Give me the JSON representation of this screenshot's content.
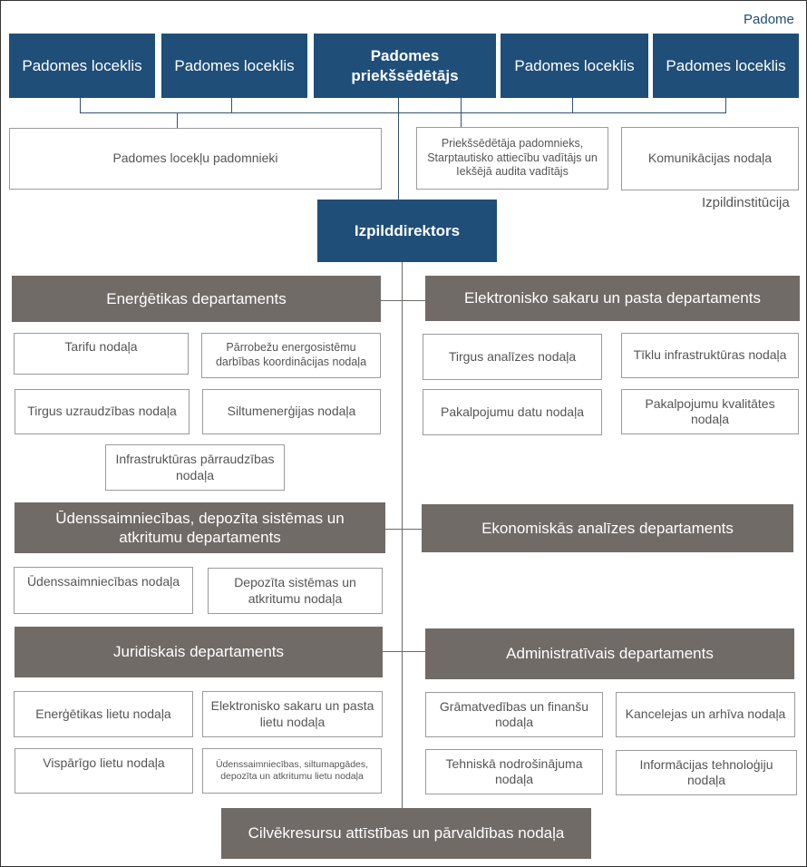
{
  "labels": {
    "council": "Padome",
    "executive": "Izpildinstitūcija"
  },
  "council": {
    "members": [
      "Padomes loceklis",
      "Padomes loceklis",
      "Padomes loceklis",
      "Padomes loceklis"
    ],
    "chair": "Padomes priekšsēdētājs",
    "advisors": "Padomes locekļu padomnieki",
    "chair_advisor": "Priekšsēdētāja padomnieks, Starptautisko attiecību vadītājs un Iekšējā audita vadītājs",
    "communications": "Komunikācijas nodaļa"
  },
  "director": "Izpilddirektors",
  "energy": {
    "title": "Enerģētikas departaments",
    "units": [
      "Tarifu nodaļa",
      "Pārrobežu energosistēmu darbības koordinācijas nodaļa",
      "Tirgus uzraudzības nodaļa",
      "Siltumenerģijas nodaļa",
      "Infrastruktūras pārraudzības nodaļa"
    ]
  },
  "electronic": {
    "title": "Elektronisko sakaru un pasta departaments",
    "units": [
      "Tirgus analīzes nodaļa",
      "Tīklu infrastruktūras nodaļa",
      "Pakalpojumu datu nodaļa",
      "Pakalpojumu kvalitātes nodaļa"
    ]
  },
  "water": {
    "title": "Ūdenssaimniecības, depozīta sistēmas un atkritumu departaments",
    "units": [
      "Ūdenssaimniecības nodaļa",
      "Depozīta sistēmas un atkritumu nodaļa"
    ]
  },
  "economic": {
    "title": "Ekonomiskās analīzes departaments"
  },
  "legal": {
    "title": "Juridiskais departaments",
    "units": [
      "Enerģētikas lietu nodaļa",
      "Elektronisko sakaru un pasta lietu nodaļa",
      "Vispārīgo lietu nodaļa",
      "Ūdenssaimniecības, siltumapgādes, depozīta un atkritumu lietu nodaļa"
    ]
  },
  "admin": {
    "title": "Administratīvais departaments",
    "units": [
      "Grāmatvedības un finanšu nodaļa",
      "Kancelejas un arhīva nodaļa",
      "Tehniskā nodrošinājuma nodaļa",
      "Informācijas tehnoloģiju nodaļa"
    ]
  },
  "hr": "Cilvēkresursu attīstības un pārvaldības nodaļa",
  "colors": {
    "council_blue": "#1f4e79",
    "department_grey": "#716b67",
    "line_blue": "#2e5377"
  }
}
